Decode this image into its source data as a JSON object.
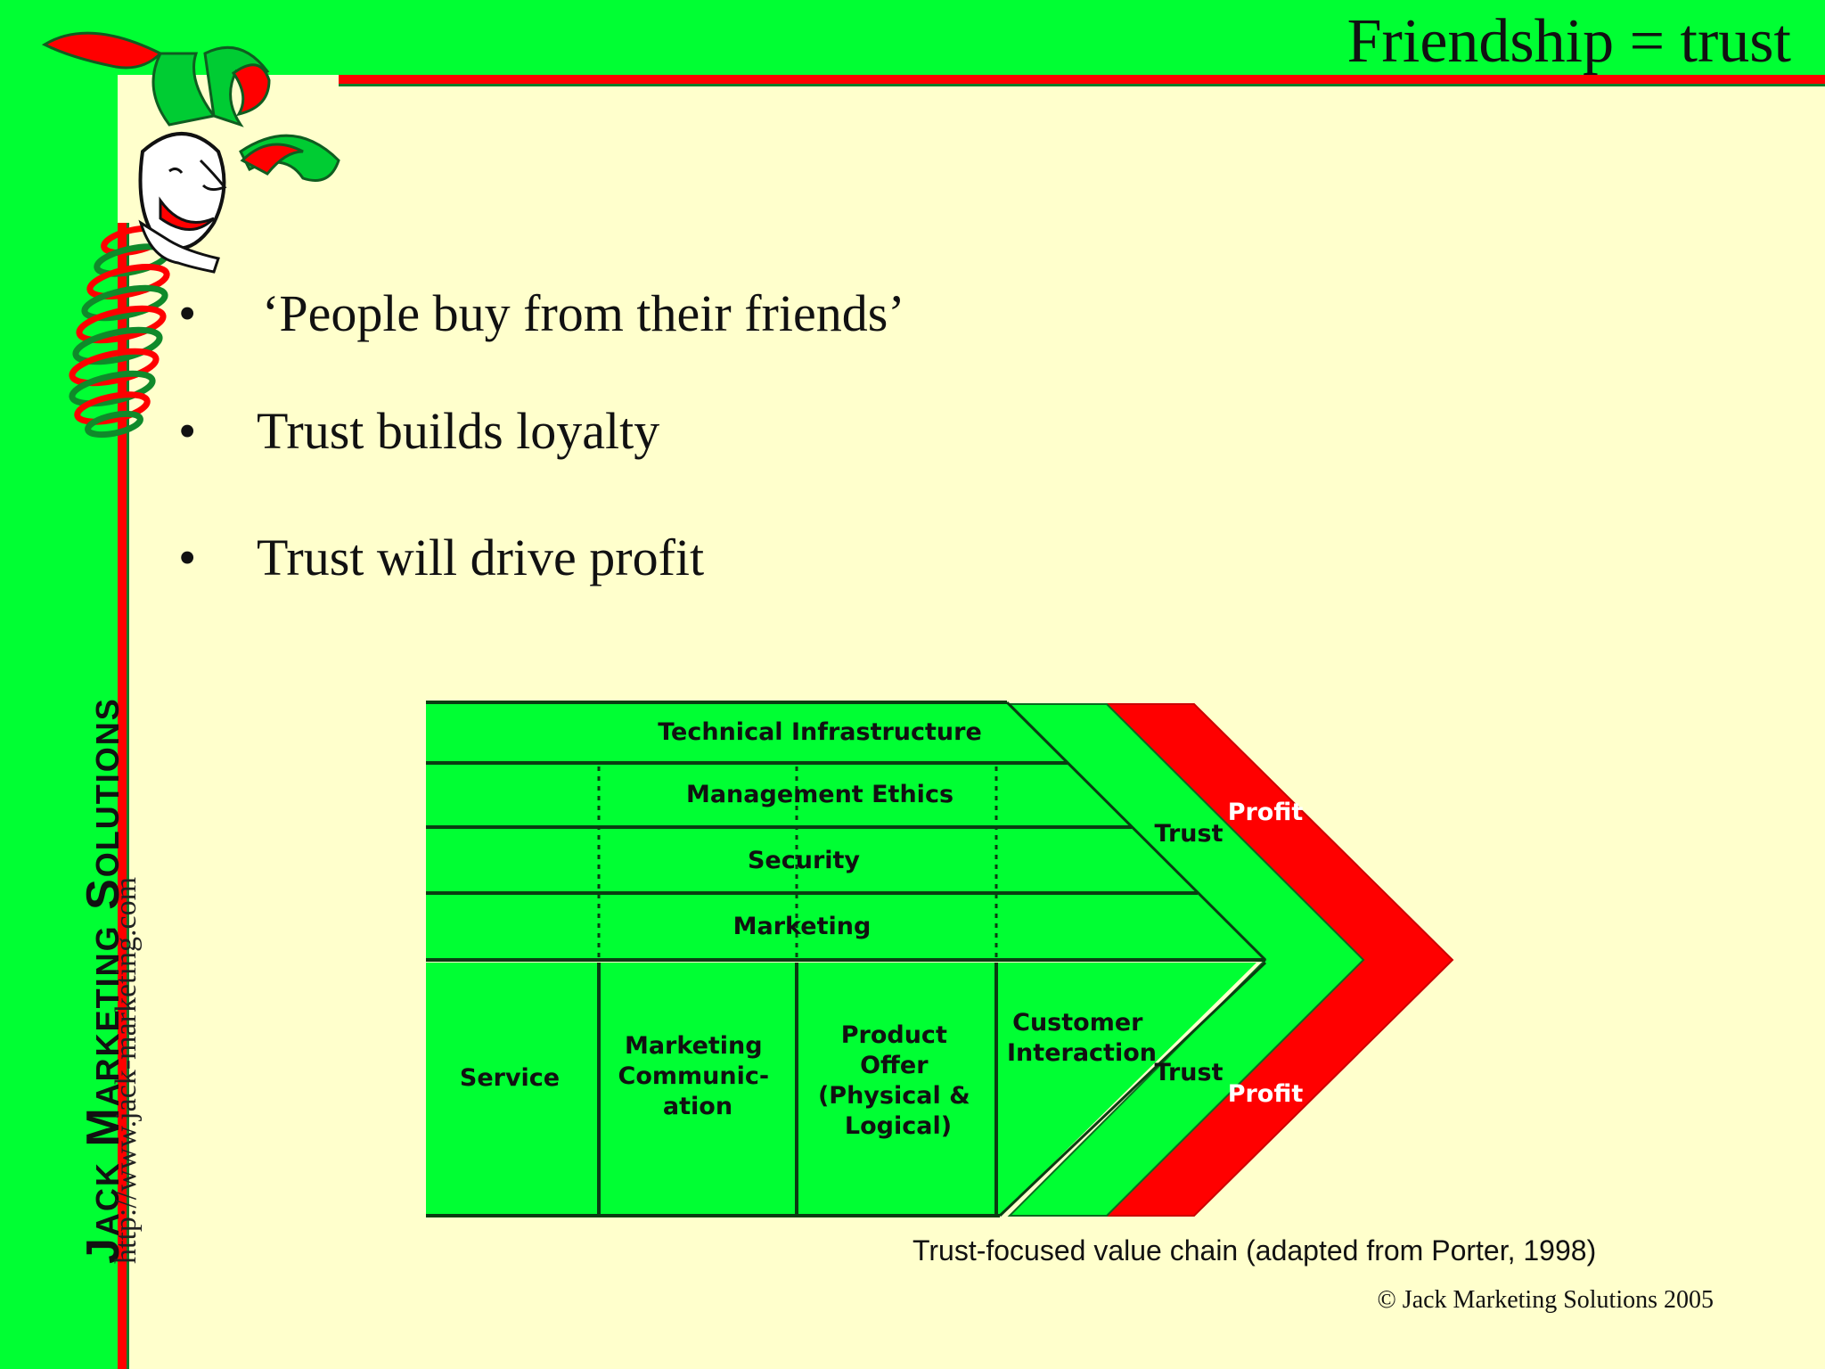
{
  "slide": {
    "title": "Friendship = trust",
    "brand": "Jack Marketing Solutions",
    "url": "http://www.jack-marketing.com",
    "copyright": "© Jack Marketing Solutions 2005"
  },
  "bullets": [
    "‘People buy from their friends’",
    "Trust builds loyalty",
    "Trust will drive profit"
  ],
  "diagram": {
    "bands": [
      "Technical Infrastructure",
      "Management Ethics",
      "Security",
      "Marketing"
    ],
    "columns": [
      "Service",
      "Marketing Communic-ation",
      "Product Offer (Physical & Logical)",
      "Customer Interaction"
    ],
    "trust_label": "Trust",
    "profit_label": "Profit",
    "caption": "Trust-focused value chain (adapted from Porter, 1998)"
  },
  "colors": {
    "green": "#00ff33",
    "red": "#ff0000",
    "background": "#ffffcc"
  },
  "icons": [
    "jester-logo"
  ]
}
